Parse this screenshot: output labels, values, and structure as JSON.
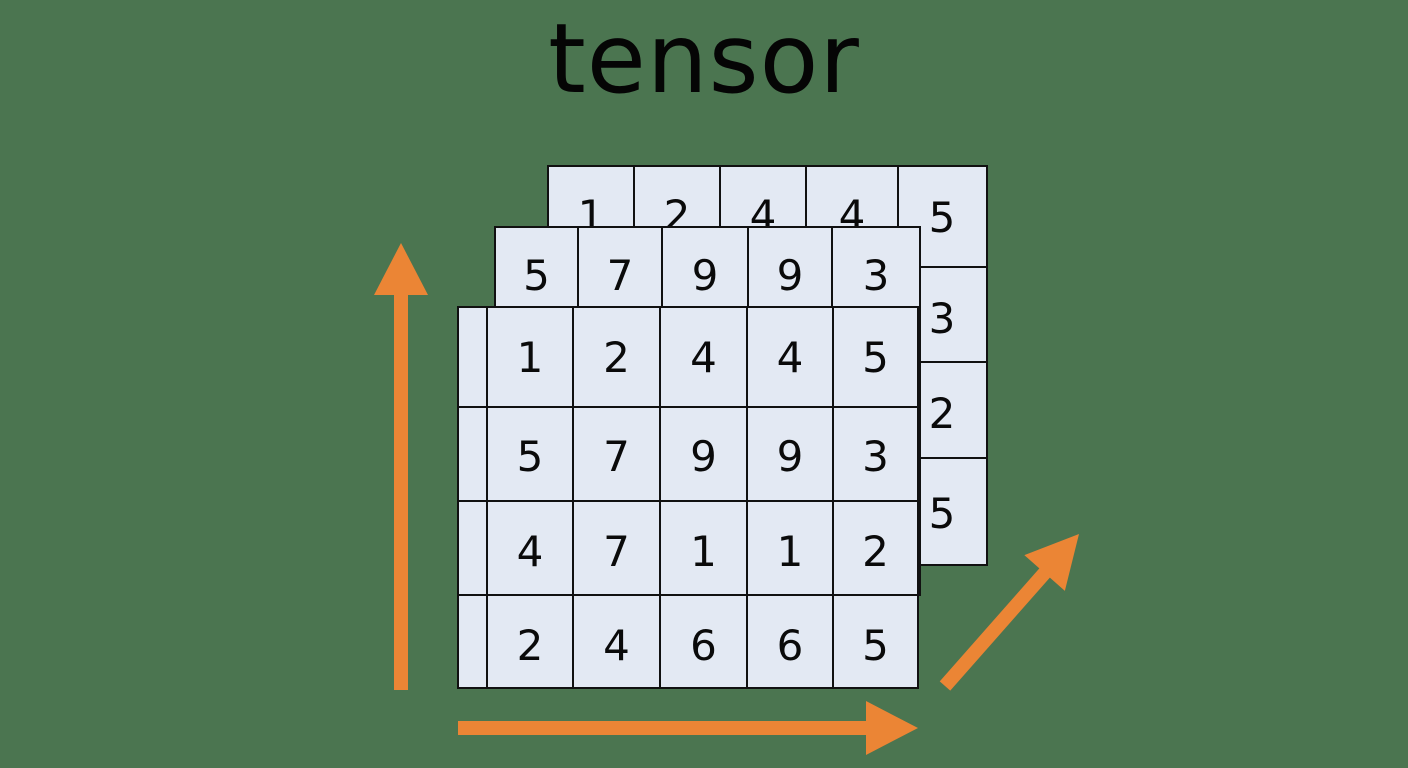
{
  "title": "tensor",
  "colors": {
    "background": "#4b7550",
    "arrow": "#eb8535",
    "cell": "#e3e9f3"
  },
  "layers": {
    "back": {
      "top_row": [
        "1",
        "2",
        "4",
        "4",
        "5"
      ],
      "right_column": [
        "5",
        "3",
        "2",
        "5"
      ]
    },
    "middle": {
      "top_row": [
        "5",
        "7",
        "9",
        "9",
        "3"
      ]
    },
    "front": {
      "rows": [
        [
          "1",
          "2",
          "4",
          "4",
          "5"
        ],
        [
          "5",
          "7",
          "9",
          "9",
          "3"
        ],
        [
          "4",
          "7",
          "1",
          "1",
          "2"
        ],
        [
          "2",
          "4",
          "6",
          "6",
          "5"
        ]
      ]
    }
  },
  "arrows": [
    "vertical-up",
    "horizontal-right",
    "diagonal-depth"
  ]
}
